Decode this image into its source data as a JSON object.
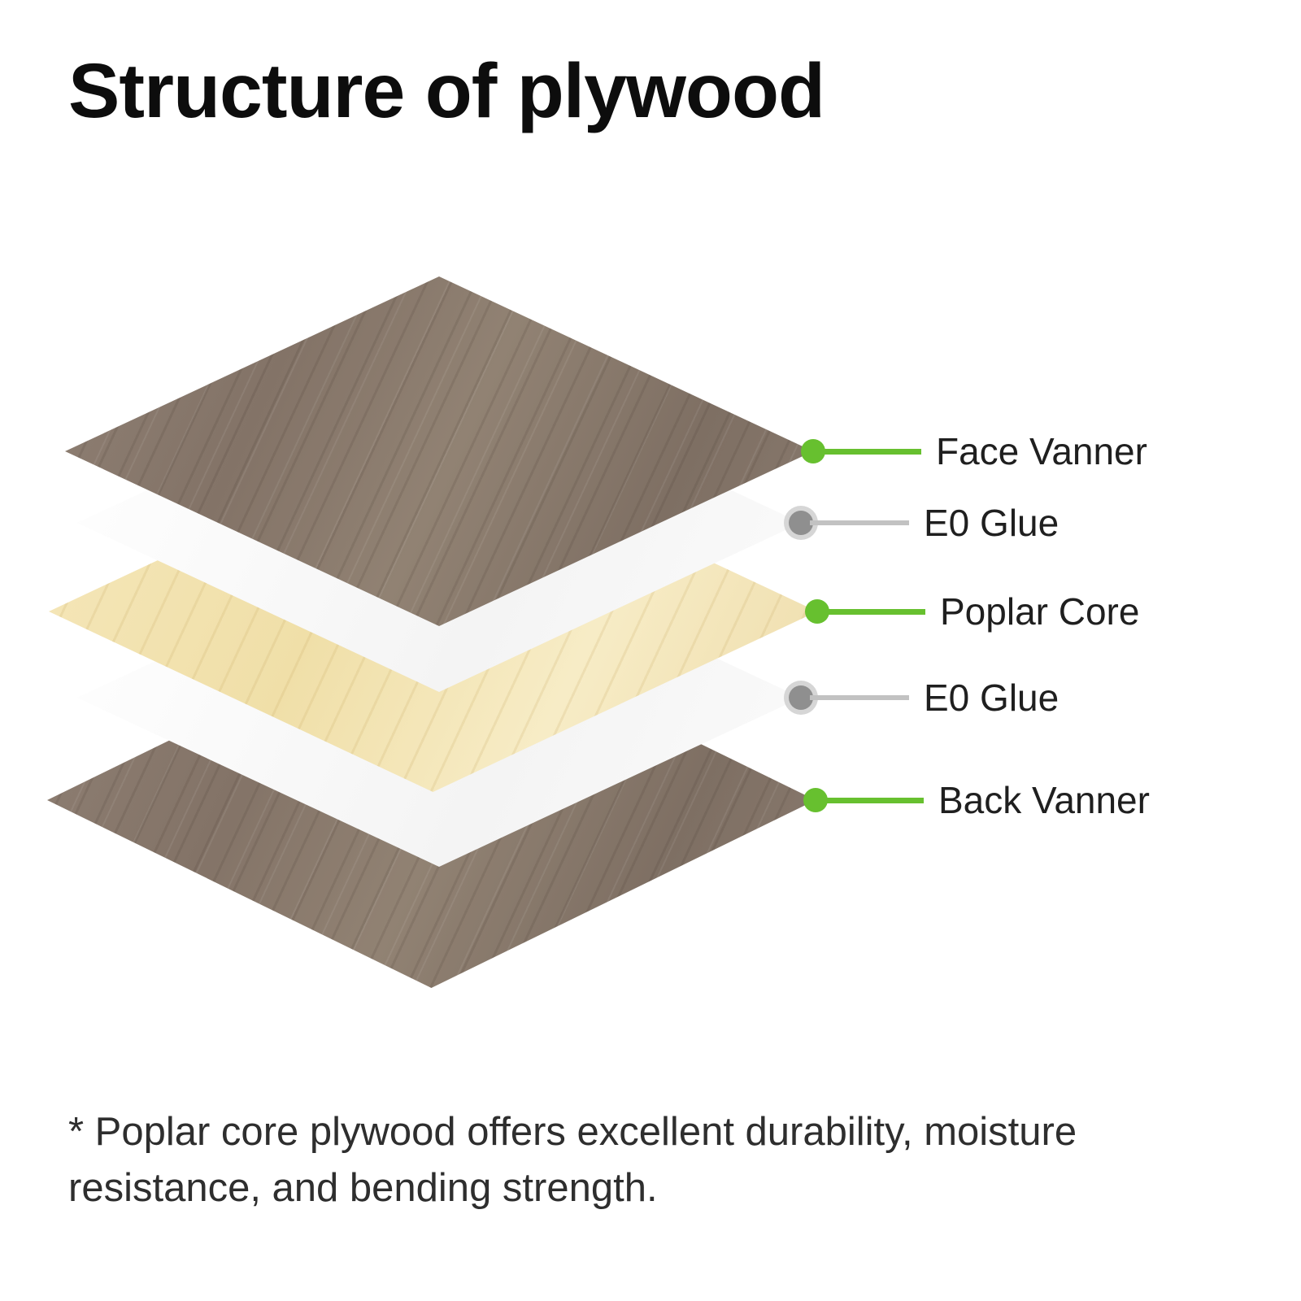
{
  "title": "Structure of plywood",
  "layers": [
    {
      "id": "face-vanner",
      "label": "Face Vanner",
      "type": "wood-veneer",
      "dot_color": "#67c02f"
    },
    {
      "id": "glue-top",
      "label": "E0 Glue",
      "type": "glue",
      "dot_color": "#8f8f8f"
    },
    {
      "id": "poplar-core",
      "label": "Poplar Core",
      "type": "core",
      "dot_color": "#67c02f"
    },
    {
      "id": "glue-bottom",
      "label": "E0 Glue",
      "type": "glue",
      "dot_color": "#8f8f8f"
    },
    {
      "id": "back-vanner",
      "label": "Back Vanner",
      "type": "wood-veneer",
      "dot_color": "#67c02f"
    }
  ],
  "colors": {
    "accent_green": "#67c02f",
    "callout_gray": "#8f8f8f",
    "wood_tone": "#877769",
    "core_tone": "#f2e3b2"
  },
  "footer_note": "* Poplar core plywood offers excellent durability, moisture resistance, and bending strength."
}
